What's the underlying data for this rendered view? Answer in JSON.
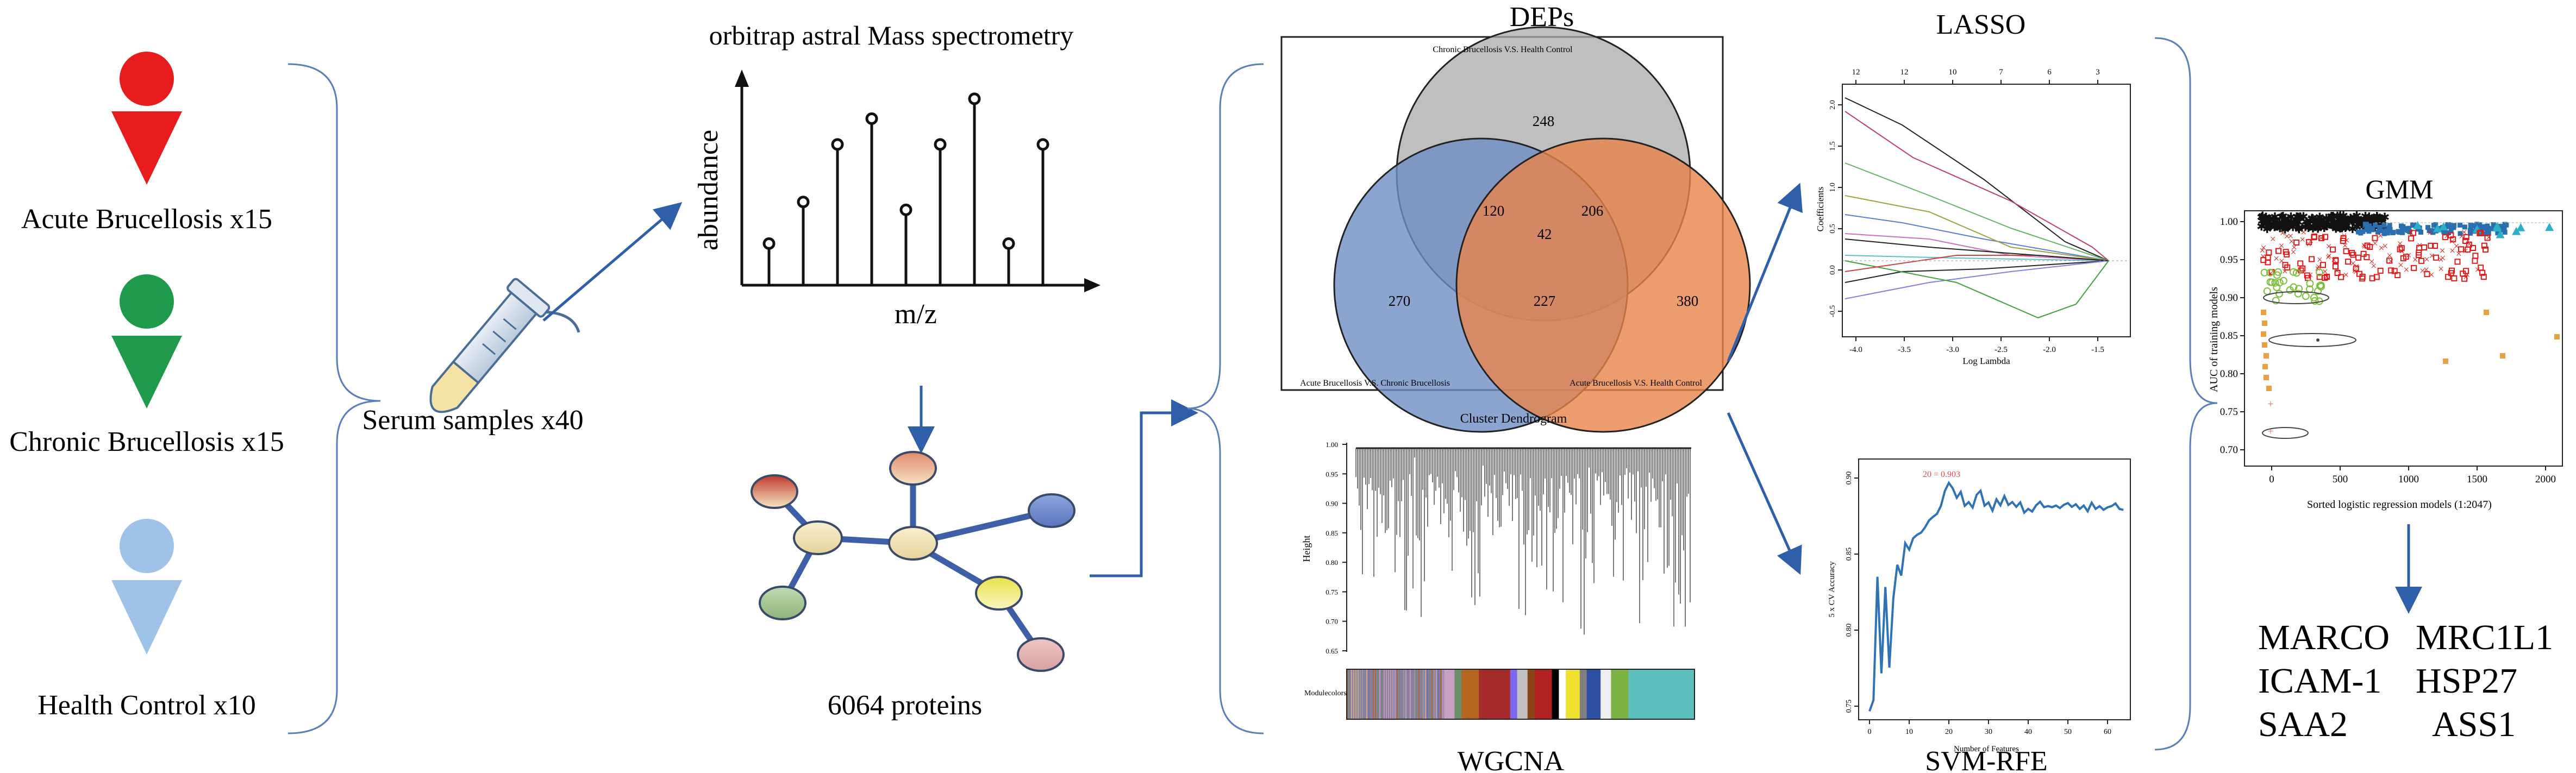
{
  "groups": [
    {
      "label": "Acute Brucellosis x15",
      "color": "#e81c1c"
    },
    {
      "label": "Chronic Brucellosis x15",
      "color": "#1f9a4a"
    },
    {
      "label": "Health Control x10",
      "color": "#9fc3e8"
    }
  ],
  "serum_label": "Serum samples x40",
  "ms": {
    "title": "orbitrap astral Mass spectrometry",
    "ylabel": "abundance",
    "xlabel": "m/z",
    "peaks": [
      0.21,
      0.42,
      0.71,
      0.84,
      0.38,
      0.71,
      0.94,
      0.21,
      0.71
    ]
  },
  "proteins_label": "6064 proteins",
  "deps": {
    "title": "DEPs",
    "set_top": "Chronic Brucellosis V.S. Health Control",
    "set_left": "Acute Brucellosis V.S. Chronic Brucellosis",
    "set_right": "Acute Brucellosis V.S. Health Control",
    "counts": {
      "top_only": "248",
      "left_only": "270",
      "right_only": "380",
      "top_left": "120",
      "top_right": "206",
      "left_right": "227",
      "all": "42"
    },
    "colors": {
      "top": "#a9a9a9",
      "left": "#6f8fc4",
      "right": "#e8834a"
    }
  },
  "wgcna": {
    "title": "WGCNA",
    "subtitle": "Cluster Dendrogram",
    "ylabel": "Height",
    "yticks": [
      "1.00",
      "0.95",
      "0.90",
      "0.85",
      "0.80",
      "0.75",
      "0.70",
      "0.65"
    ],
    "modules_label": "Modulecolors",
    "module_colors": [
      "#8a7f9c",
      "#c9a0c4",
      "#6b8e6b",
      "#b5651d",
      "#a52a2a",
      "#7b68ee",
      "#c0c0c0",
      "#8b4513",
      "#b22222",
      "#000000",
      "#ffffff",
      "#f0e130",
      "#808080",
      "#2e4fa3",
      "#eeeeee",
      "#7cb342",
      "#5bc0be"
    ]
  },
  "lasso": {
    "title": "LASSO",
    "xlabel": "Log Lambda",
    "ylabel": "Coefficients",
    "xticks": [
      "-4.0",
      "-3.5",
      "-3.0",
      "-2.5",
      "-2.0",
      "-1.5"
    ],
    "yticks": [
      "2.0",
      "1.5",
      "1.0",
      "0.5",
      "0.0",
      "-0.5"
    ],
    "top_ticks": [
      "12",
      "12",
      "10",
      "7",
      "6",
      "3"
    ]
  },
  "svm": {
    "title": "SVM-RFE",
    "xlabel": "Number of Features",
    "ylabel": "5 x CV Accuracy",
    "annotation": "20 = 0.903",
    "xticks": [
      "0",
      "10",
      "20",
      "30",
      "40",
      "50",
      "60"
    ],
    "yticks": [
      "0.90",
      "0.85",
      "0.80",
      "0.75"
    ]
  },
  "gmm": {
    "title": "GMM",
    "xlabel": "Sorted logistic regression models (1:2047)",
    "ylabel": "AUC of training models",
    "xticks": [
      "0",
      "500",
      "1000",
      "1500",
      "2000"
    ],
    "yticks": [
      "1.00",
      "0.95",
      "0.90",
      "0.85",
      "0.80",
      "0.75",
      "0.70"
    ]
  },
  "markers": [
    "MARCO",
    "MRC1L1",
    "ICAM-1",
    "HSP27",
    "SAA2",
    "ASS1"
  ]
}
